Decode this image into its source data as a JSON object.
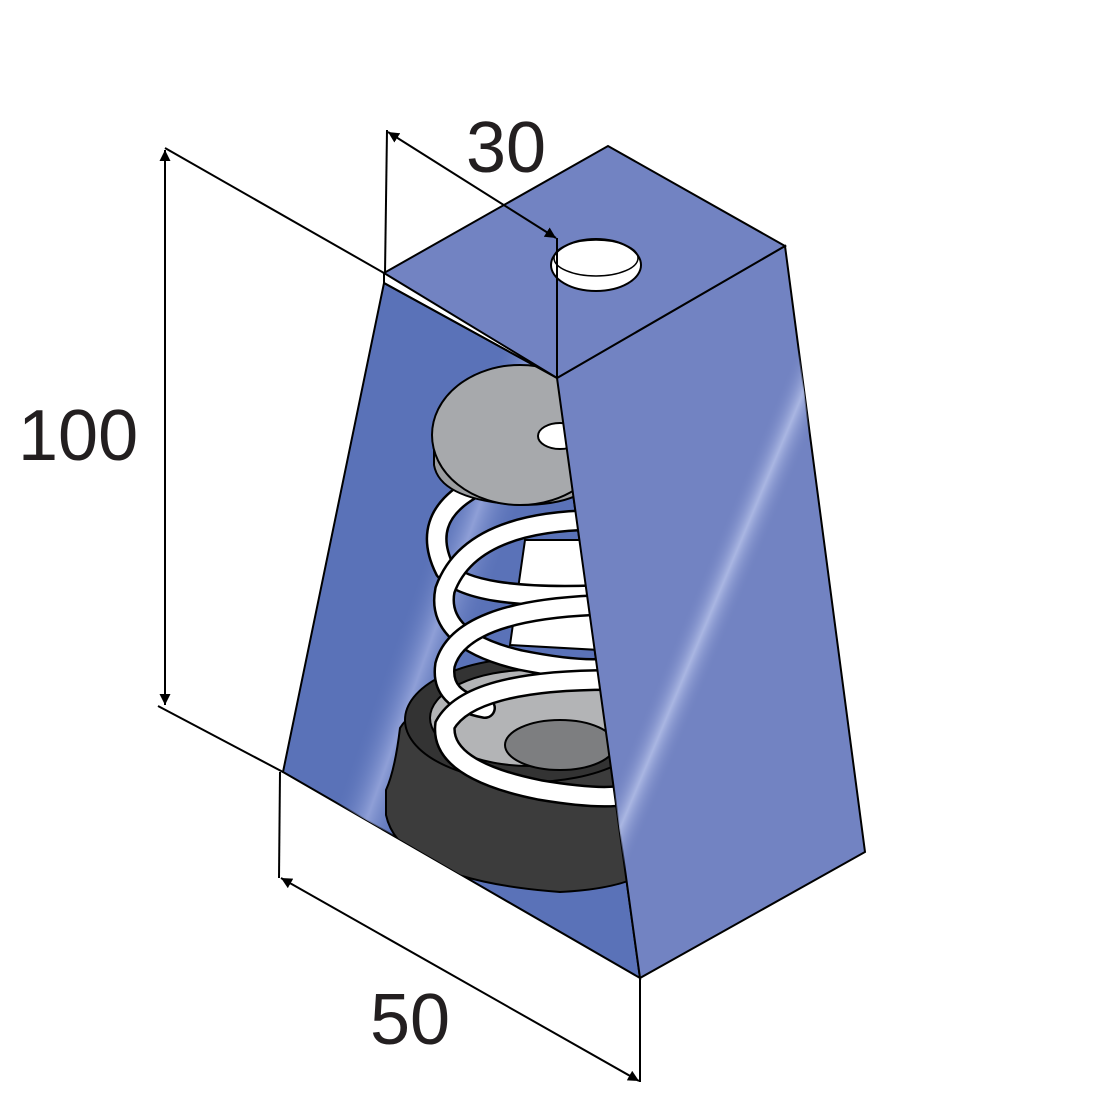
{
  "dimensions": {
    "depth": "30",
    "height": "100",
    "width": "50"
  },
  "colors": {
    "housing": "#7283c2",
    "housing_inner": "#5a72b8",
    "highlight": "#9aa8da",
    "washer": "#a7a9ac",
    "rubber": "#3c3c3c",
    "spring": "#ffffff",
    "line": "#000000",
    "text": "#231f20"
  }
}
